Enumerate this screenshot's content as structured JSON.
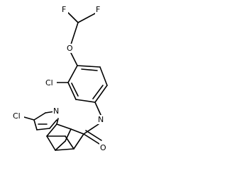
{
  "atoms": {
    "F1": "F",
    "F2": "F",
    "O_ether": "O",
    "Cl_aryl": "Cl",
    "N_amide": "N",
    "O_carbonyl": "O",
    "Cl_triazole": "Cl",
    "N_triazole": "N"
  }
}
